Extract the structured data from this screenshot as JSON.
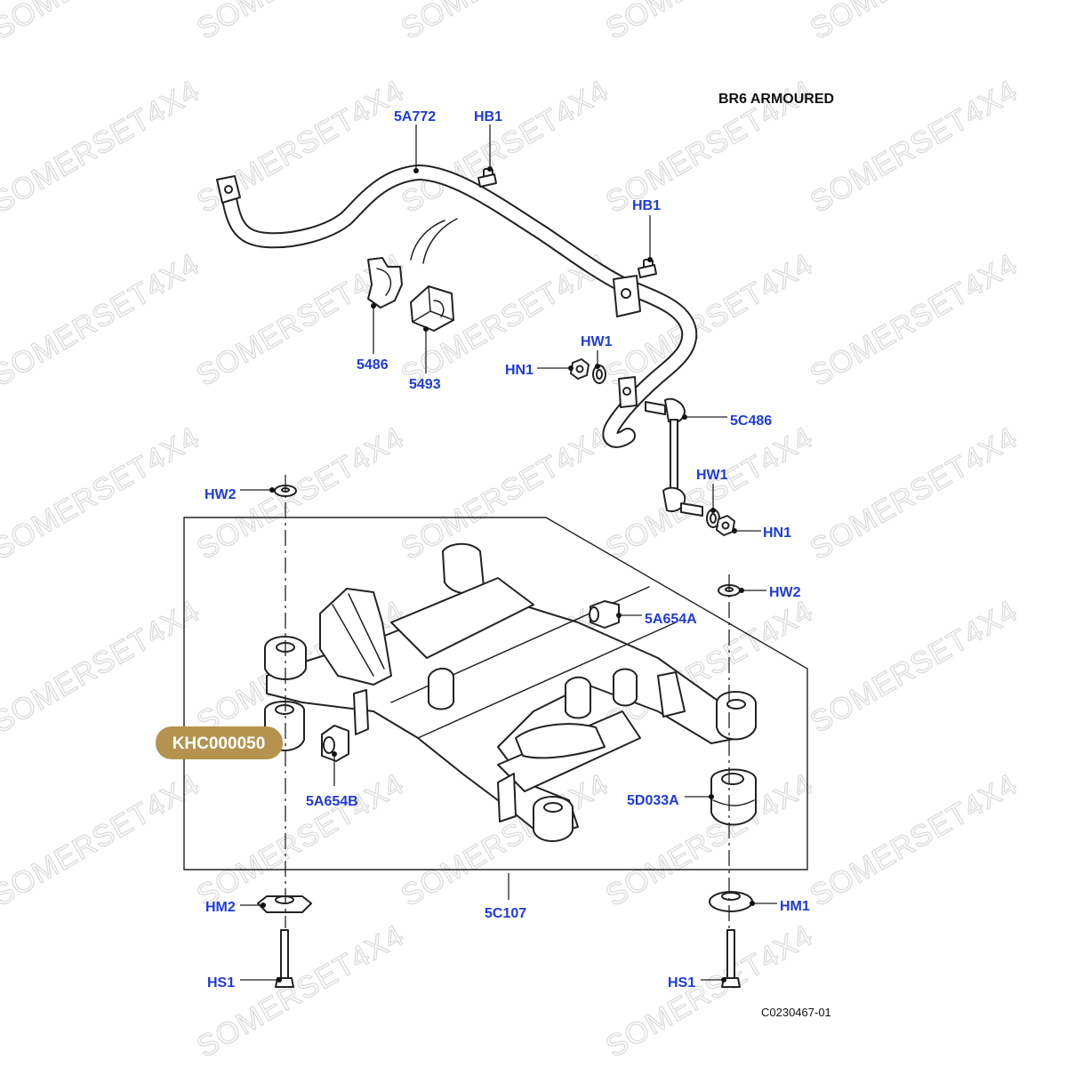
{
  "header": {
    "model": "BR6 ARMOURED"
  },
  "watermark": {
    "text": "SOMERSET4X4"
  },
  "reference_code": "C0230467-01",
  "badge": {
    "text": "KHC000050",
    "color": "#b5934f"
  },
  "label_color": "#1f3bd8",
  "callouts": {
    "stabilizer_bar": "5A772",
    "bolt_upper": "HB1",
    "bolt_lower": "HB1",
    "bushing_clamp": "5486",
    "bushing": "5493",
    "washer_upper": "HW1",
    "nut_upper": "HN1",
    "drop_link": "5C486",
    "washer_lower": "HW1",
    "nut_lower": "HN1",
    "washer_left": "HW2",
    "washer_right": "HW2",
    "bush_right": "5A654A",
    "bush_left": "5A654B",
    "mount_right": "5D033A",
    "crossmember": "5C107",
    "plate_left": "HM2",
    "plate_right": "HM1",
    "screw_left": "HS1",
    "screw_right": "HS1"
  }
}
